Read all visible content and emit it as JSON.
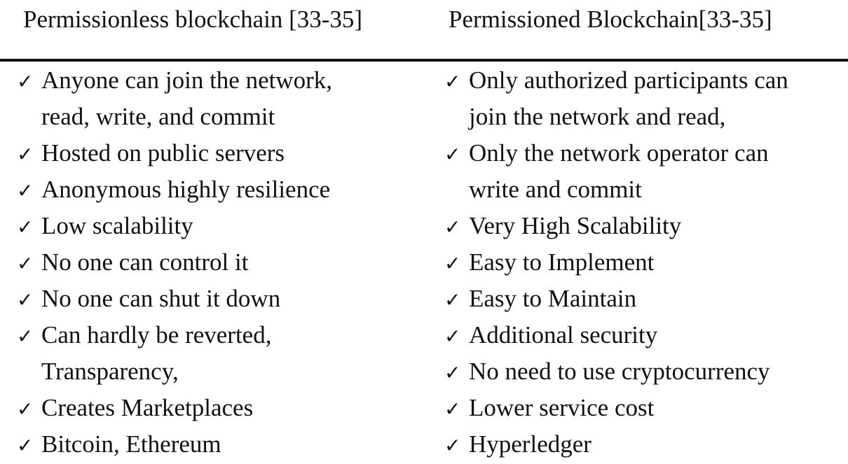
{
  "table": {
    "headers": [
      "Permissionless blockchain [33-35]",
      "Permissioned Blockchain[33-35]"
    ],
    "check_icon": "check-icon",
    "columns": [
      {
        "name": "permissionless",
        "lines": [
          {
            "text": "Anyone can join the network,",
            "check": true
          },
          {
            "text": "read, write, and commit",
            "check": false
          },
          {
            "text": "Hosted on public servers",
            "check": true
          },
          {
            "text": "Anonymous highly resilience",
            "check": true
          },
          {
            "text": "Low scalability",
            "check": true
          },
          {
            "text": "No one can control it",
            "check": true
          },
          {
            "text": "No one can shut it down",
            "check": true
          },
          {
            "text": "Can hardly be reverted,",
            "check": true
          },
          {
            "text": "Transparency,",
            "check": false
          },
          {
            "text": "Creates Marketplaces",
            "check": true
          },
          {
            "text": "Bitcoin, Ethereum",
            "check": true
          }
        ]
      },
      {
        "name": "permissioned",
        "lines": [
          {
            "text": "Only authorized participants can",
            "check": true
          },
          {
            "text": "join the network and read,",
            "check": false
          },
          {
            "text": "Only the network operator can",
            "check": true
          },
          {
            "text": "write and commit",
            "check": false
          },
          {
            "text": "Very High Scalability",
            "check": true
          },
          {
            "text": "Easy to Implement",
            "check": true
          },
          {
            "text": "Easy to Maintain",
            "check": true
          },
          {
            "text": "Additional security",
            "check": true
          },
          {
            "text": "No need to use cryptocurrency",
            "check": true
          },
          {
            "text": "Lower service cost",
            "check": true
          },
          {
            "text": "Hyperledger",
            "check": true
          }
        ]
      }
    ]
  }
}
